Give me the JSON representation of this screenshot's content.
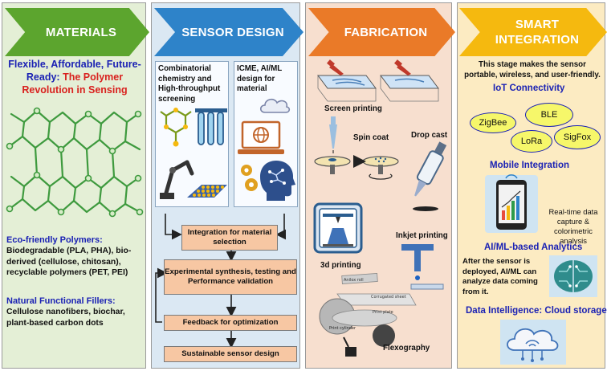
{
  "materials": {
    "header": "MATERIALS",
    "title_blue": "Flexible, Affordable, Future-Ready:",
    "title_red": "The Polymer Revolution in Sensing",
    "eco_heading": "Eco-friendly Polymers:",
    "eco_body": "Biodegradable (PLA, PHA), bio-derived (cellulose, chitosan), recyclable polymers (PET, PEI)",
    "fillers_heading": "Natural Functional Fillers:",
    "fillers_body": "Cellulose nanofibers, biochar, plant-based carbon dots"
  },
  "sensor_design": {
    "header": "SENSOR DESIGN",
    "left_box": "Combinatorial chemistry and High-throughput screening",
    "right_box": "ICME, AI/ML design for material",
    "steps": [
      "Integration for material selection",
      "Experimental synthesis, testing and Performance validation",
      "Feedback for optimization",
      "Sustainable  sensor design"
    ]
  },
  "fabrication": {
    "header": "FABRICATION",
    "screen_printing": "Screen printing",
    "spin_coat": "Spin coat",
    "drop_cast": "Drop cast",
    "printing_3d": "3d printing",
    "inkjet": "Inkjet printing",
    "flexography": "Flexography",
    "flexo_labels": {
      "anilox": "Anilox roll",
      "corrugated": "Corrugated sheet",
      "print_plate": "Print plate",
      "print_cylinder": "Print cylinder"
    }
  },
  "smart": {
    "header_line1": "SMART",
    "header_line2": "INTEGRATION",
    "intro": "This stage makes the sensor portable, wireless, and user-friendly.",
    "iot_heading": "IoT Connectivity",
    "protocols": [
      "ZigBee",
      "BLE",
      "SigFox",
      "LoRa"
    ],
    "mobile_heading": "Mobile Integration",
    "mobile_desc": "Real-time data capture & colorimetric analysis",
    "ai_heading": "AI/ML-based Analytics",
    "ai_desc": "After the sensor is deployed, AI/ML can analyze data coming from it.",
    "cloud_heading": "Data Intelligence: Cloud storage"
  },
  "colors": {
    "materials": "#5ca52e",
    "sensor_design": "#2e83c9",
    "fabrication": "#ea7a28",
    "smart_integration": "#f5b90f",
    "heading_blue": "#1b22b4",
    "accent_red": "#d9211e"
  }
}
